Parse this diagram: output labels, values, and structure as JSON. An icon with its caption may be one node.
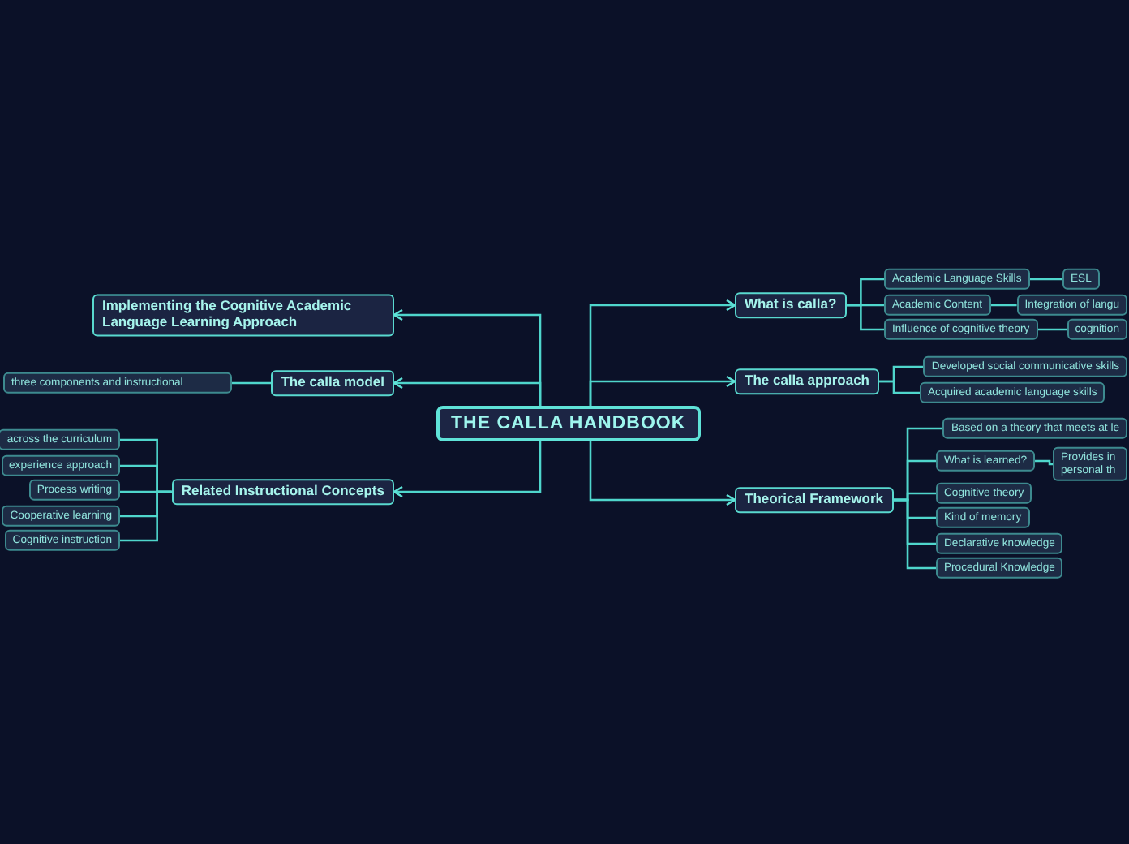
{
  "diagram": {
    "nodes": [
      {
        "text": [
          "THE CALLA HANDBOOK"
        ]
      },
      {
        "text": [
          "What is calla?"
        ]
      },
      {
        "text": [
          "Academic Language Skills"
        ]
      },
      {
        "text": [
          "ESL"
        ]
      },
      {
        "text": [
          "Academic Content"
        ]
      },
      {
        "text": [
          "Integration of langu"
        ]
      },
      {
        "text": [
          "Influence of cognitive theory"
        ]
      },
      {
        "text": [
          "cognition"
        ]
      },
      {
        "text": [
          "The calla approach"
        ]
      },
      {
        "text": [
          "Developed social communicative skills"
        ]
      },
      {
        "text": [
          "Acquired academic language skills"
        ]
      },
      {
        "text": [
          "Theorical Framework"
        ]
      },
      {
        "text": [
          "Based on a theory that meets at le"
        ]
      },
      {
        "text": [
          "What is learned?"
        ]
      },
      {
        "text": [
          "Provides in personal th"
        ]
      },
      {
        "text": [
          "Cognitive theory"
        ]
      },
      {
        "text": [
          "Kind of memory"
        ]
      },
      {
        "text": [
          "Declarative knowledge"
        ]
      },
      {
        "text": [
          "Procedural Knowledge"
        ]
      },
      {
        "text": [
          "Implementing the Cognitive Academic Language Learning Approach"
        ]
      },
      {
        "text": [
          "The calla model"
        ]
      },
      {
        "text": [
          "three components and instructional"
        ]
      },
      {
        "text": [
          "Related Instructional Concepts"
        ]
      },
      {
        "text": [
          "across the curriculum"
        ]
      },
      {
        "text": [
          "experience approach"
        ]
      },
      {
        "text": [
          "Process writing"
        ]
      },
      {
        "text": [
          "Cooperative learning"
        ]
      },
      {
        "text": [
          "Cognitive instruction"
        ]
      }
    ],
    "edges": [
      {
        "from": 0,
        "to": 1,
        "arrow": "to"
      },
      {
        "from": 0,
        "to": 8,
        "arrow": "to"
      },
      {
        "from": 0,
        "to": 11,
        "arrow": "to"
      },
      {
        "from": 0,
        "to": 19,
        "arrow": "to"
      },
      {
        "from": 0,
        "to": 20,
        "arrow": "to"
      },
      {
        "from": 0,
        "to": 22,
        "arrow": "to"
      },
      {
        "from": 1,
        "to": 2,
        "arrow": "none"
      },
      {
        "from": 1,
        "to": 4,
        "arrow": "none"
      },
      {
        "from": 1,
        "to": 6,
        "arrow": "none"
      },
      {
        "from": 2,
        "to": 3,
        "arrow": "none"
      },
      {
        "from": 4,
        "to": 5,
        "arrow": "none"
      },
      {
        "from": 6,
        "to": 7,
        "arrow": "none"
      },
      {
        "from": 8,
        "to": 9,
        "arrow": "none"
      },
      {
        "from": 8,
        "to": 10,
        "arrow": "none"
      },
      {
        "from": 11,
        "to": 12,
        "arrow": "none"
      },
      {
        "from": 11,
        "to": 13,
        "arrow": "none"
      },
      {
        "from": 11,
        "to": 15,
        "arrow": "none"
      },
      {
        "from": 11,
        "to": 16,
        "arrow": "none"
      },
      {
        "from": 11,
        "to": 17,
        "arrow": "none"
      },
      {
        "from": 11,
        "to": 18,
        "arrow": "none"
      },
      {
        "from": 13,
        "to": 14,
        "arrow": "none"
      },
      {
        "from": 20,
        "to": 21,
        "arrow": "none"
      },
      {
        "from": 22,
        "to": 23,
        "arrow": "none"
      },
      {
        "from": 22,
        "to": 24,
        "arrow": "none"
      },
      {
        "from": 22,
        "to": 25,
        "arrow": "none"
      },
      {
        "from": 22,
        "to": 26,
        "arrow": "none"
      },
      {
        "from": 22,
        "to": 27,
        "arrow": "none"
      }
    ]
  }
}
